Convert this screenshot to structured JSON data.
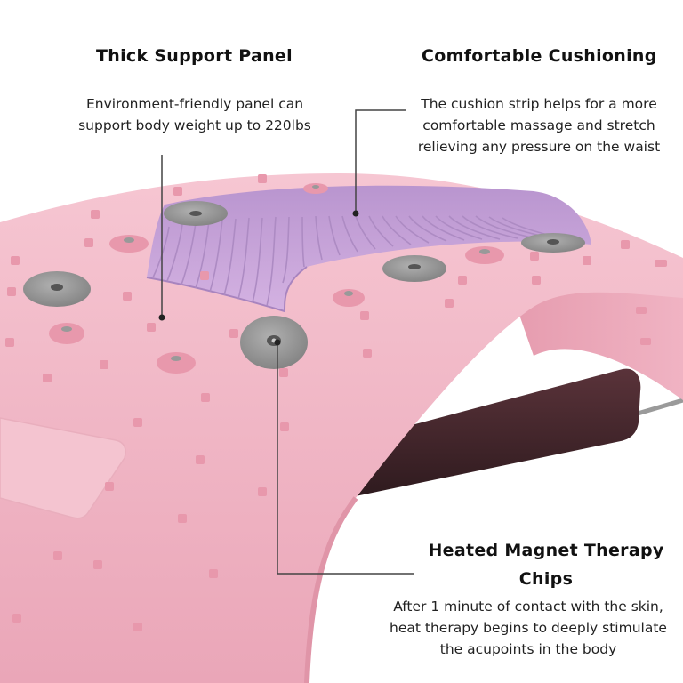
{
  "features": {
    "support_panel": {
      "title": "Thick Support Panel",
      "desc_lines": [
        "Environment-friendly panel can",
        "support body weight up to 220lbs"
      ]
    },
    "cushioning": {
      "title": "Comfortable Cushioning",
      "desc_lines": [
        "The cushion strip helps for a more",
        "comfortable massage and stretch",
        "relieving any pressure on the waist"
      ]
    },
    "magnet_chips": {
      "title_lines": [
        "Heated Magnet Therapy",
        "Chips"
      ],
      "desc_lines": [
        "After 1 minute of contact with the skin,",
        "heat therapy begins to deeply stimulate",
        "the acupoints in the body"
      ]
    }
  },
  "colors": {
    "panel_pink": "#f2b8c6",
    "panel_shadow": "#e398ab",
    "cushion_purple": "#c9a3d9",
    "chip_gray": "#9a9a9a",
    "bar_dark": "#4a2a30",
    "callout_line": "#444444"
  }
}
